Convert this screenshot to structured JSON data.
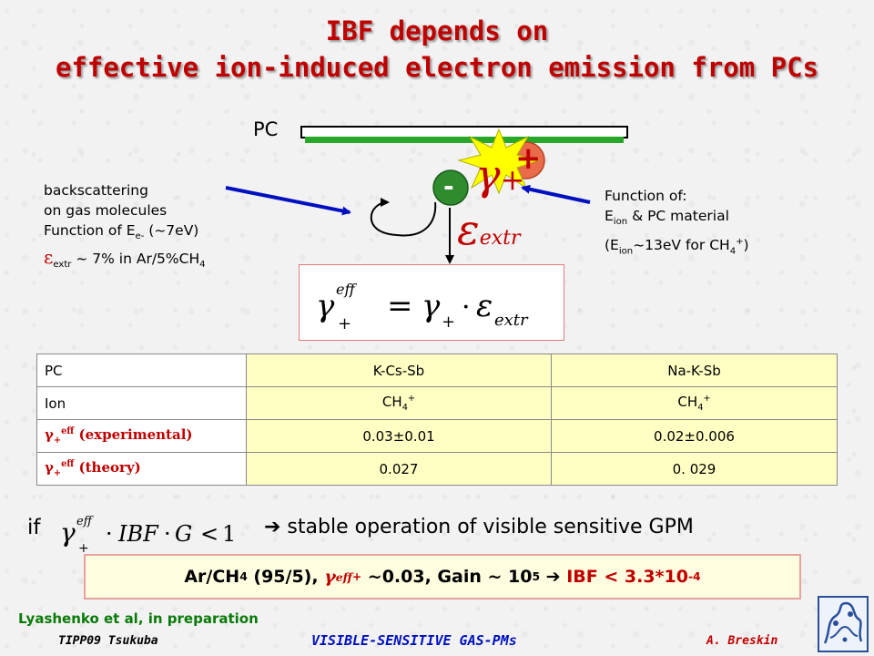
{
  "title": {
    "line1": "IBF depends on",
    "line2": "effective ion-induced electron emission from PCs"
  },
  "diagram": {
    "pc_label": "PC",
    "electron_label": "-",
    "ion_label": "+",
    "gamma_label": "γ",
    "gamma_sub": "+",
    "epsilon_label": "ε",
    "epsilon_sub": "extr"
  },
  "left_note": {
    "line1": "backscattering",
    "line2": "on gas molecules",
    "line3_pre": "Function of E",
    "line3_sub": "e-",
    "line3_post": " (~7eV)",
    "line4_sym": "ε",
    "line4_sub": "extr",
    "line4_post": " ~ 7% in Ar/5%CH",
    "line4_sub2": "4"
  },
  "right_note": {
    "line1": "Function of:",
    "line2_pre": "E",
    "line2_sub": "ion",
    "line2_post": " & PC material",
    "line3_pre": "(E",
    "line3_sub": "ion",
    "line3_post": "~13eV for CH",
    "line3_sub2": "4",
    "line3_sup": "+",
    "line3_end": ")"
  },
  "table": {
    "header": [
      "PC",
      "K-Cs-Sb",
      "Na-K-Sb"
    ],
    "ion_row": {
      "label": "Ion",
      "v1": "CH",
      "v2": "CH",
      "sub": "4",
      "sup": "+"
    },
    "exp_row": {
      "sym": "γ",
      "sub": "+",
      "sup": "eff",
      "label": " (experimental)",
      "v1": "0.03±0.01",
      "v2": "0.02±0.006"
    },
    "theory_row": {
      "sym": "γ",
      "sub": "+",
      "sup": "eff",
      "label": " (theory)",
      "v1": "0.027",
      "v2": "0. 029"
    }
  },
  "condition": {
    "if": "if",
    "arrow": "➔",
    "text": " stable operation of visible sensitive GPM"
  },
  "result": {
    "pre": "Ar/CH",
    "sub": "4",
    "mid": " (95/5), ",
    "gamma": "γ",
    "gamma_sup": "eff",
    "gamma_sub": "+",
    "after_gamma": " ~0.03, Gain ~ 10",
    "gain_sup": "5",
    "arrow": " ➔ ",
    "ibf": "IBF < 3.3*10",
    "ibf_sup": "-4"
  },
  "footer": {
    "reference": "Lyashenko et al, in preparation",
    "conference": "TIPP09 Tsukuba",
    "topic": "VISIBLE-SENSITIVE GAS-PMs",
    "author": "A. Breskin"
  },
  "colors": {
    "title": "#c00000",
    "blue": "#0010c0",
    "green": "#28a828",
    "electron": "#2e8b2e",
    "ion": "#e96b4a"
  }
}
